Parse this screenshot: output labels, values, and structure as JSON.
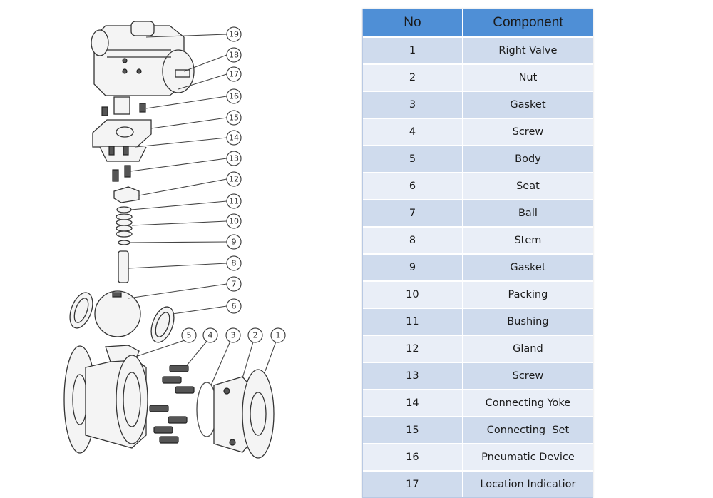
{
  "callouts": [
    "19",
    "18",
    "17",
    "16",
    "15",
    "14",
    "13",
    "12",
    "11",
    "10",
    "9",
    "8",
    "7",
    "6",
    "5",
    "4",
    "3",
    "2",
    "1"
  ],
  "table": {
    "headers": {
      "no": "No",
      "component": "Component"
    },
    "rows": [
      {
        "no": "1",
        "component": "Right Valve"
      },
      {
        "no": "2",
        "component": "Nut"
      },
      {
        "no": "3",
        "component": "Gasket"
      },
      {
        "no": "4",
        "component": "Screw"
      },
      {
        "no": "5",
        "component": "Body"
      },
      {
        "no": "6",
        "component": "Seat"
      },
      {
        "no": "7",
        "component": "Ball"
      },
      {
        "no": "8",
        "component": "Stem"
      },
      {
        "no": "9",
        "component": "Gasket"
      },
      {
        "no": "10",
        "component": "Packing"
      },
      {
        "no": "11",
        "component": "Bushing"
      },
      {
        "no": "12",
        "component": "Gland"
      },
      {
        "no": "13",
        "component": "Screw"
      },
      {
        "no": "14",
        "component": "Connecting Yoke"
      },
      {
        "no": "15",
        "component": "Connecting  Set"
      },
      {
        "no": "16",
        "component": "Pneumatic Device"
      },
      {
        "no": "17",
        "component": "Location Indicatior"
      }
    ]
  },
  "colors": {
    "header_bg": "#4f8fd6",
    "row_odd": "#cfdbed",
    "row_even": "#e9eef7"
  }
}
